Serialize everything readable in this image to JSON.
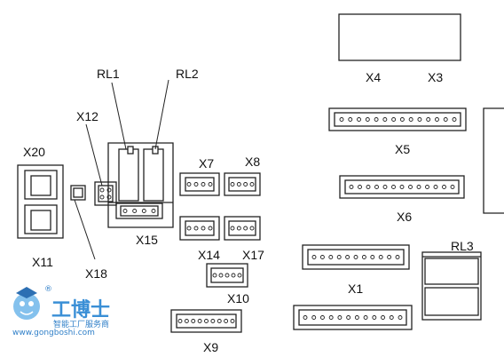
{
  "labels": {
    "x4": "X4",
    "x3": "X3",
    "x5": "X5",
    "x6": "X6",
    "rl1": "RL1",
    "rl2": "RL2",
    "x12": "X12",
    "x20": "X20",
    "x7": "X7",
    "x8": "X8",
    "x15": "X15",
    "x11": "X11",
    "x18": "X18",
    "x14": "X14",
    "x17": "X17",
    "x10": "X10",
    "x9": "X9",
    "x1": "X1",
    "rl3": "RL3"
  },
  "watermark": {
    "brand": "工博士",
    "url": "www.gongboshi.com",
    "tagline": "智能工厂服务商",
    "registered": "®"
  }
}
